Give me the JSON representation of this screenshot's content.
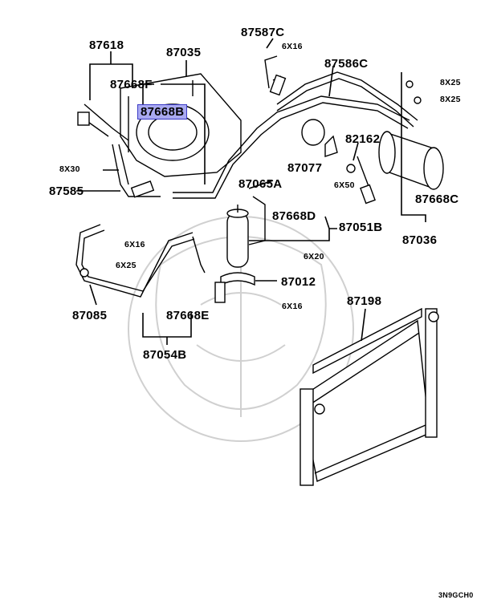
{
  "parts": {
    "p87618": "87618",
    "p87035": "87035",
    "p87668F": "87668F",
    "p87668B": "87668B",
    "p87587C": "87587C",
    "p87586C": "87586C",
    "p8x30": "8X30",
    "p87585": "87585",
    "p87065A": "87065A",
    "p87077": "87077",
    "p82162": "82162",
    "p6x50": "6X50",
    "p87668C": "87668C",
    "p87668D": "87668D",
    "p87051B": "87051B",
    "p87036": "87036",
    "p6x16_a": "6X16",
    "p6x16_b": "6X16",
    "p6x16_c": "6X16",
    "p8x25_a": "8X25",
    "p8x25_b": "8X25",
    "p6x25": "6X25",
    "p6x20": "6X20",
    "p87012": "87012",
    "p87085": "87085",
    "p87668E": "87668E",
    "p87054B": "87054B",
    "p87198": "87198"
  },
  "highlighted_part": "87668B",
  "highlight_color": "#a9a9f1",
  "diagram_code": "3N9GCH0"
}
